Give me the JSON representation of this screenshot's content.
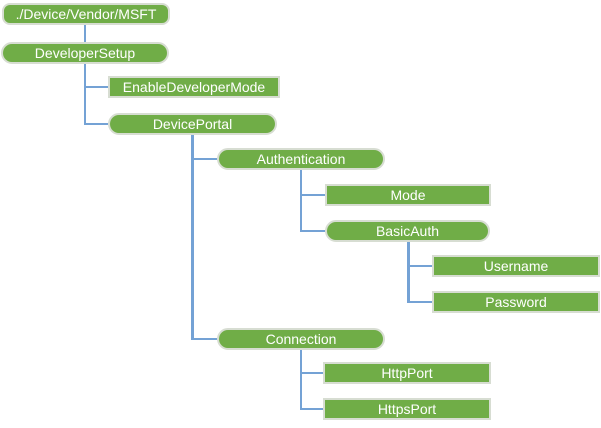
{
  "diagram": {
    "title": "CSP node hierarchy tree",
    "type": "hierarchy-tree",
    "colors": {
      "node_fill": "#70AD47",
      "node_border": "#D7DDD2",
      "node_text": "#FFFFFF",
      "connector": "#74A2D5",
      "background": "#FFFFFF"
    },
    "nodes": {
      "msft": {
        "label": "./Device/Vendor/MSFT",
        "shape": "rounded-rectangle",
        "level": 0
      },
      "developer_setup": {
        "label": "DeveloperSetup",
        "shape": "pill",
        "level": 1
      },
      "enable_developer_mode": {
        "label": "EnableDeveloperMode",
        "shape": "rectangle",
        "level": 2
      },
      "device_portal": {
        "label": "DevicePortal",
        "shape": "pill",
        "level": 2
      },
      "authentication": {
        "label": "Authentication",
        "shape": "pill",
        "level": 3
      },
      "mode": {
        "label": "Mode",
        "shape": "rectangle",
        "level": 4
      },
      "basic_auth": {
        "label": "BasicAuth",
        "shape": "pill",
        "level": 4
      },
      "username": {
        "label": "Username",
        "shape": "rectangle",
        "level": 5
      },
      "password": {
        "label": "Password",
        "shape": "rectangle",
        "level": 5
      },
      "connection": {
        "label": "Connection",
        "shape": "pill",
        "level": 3
      },
      "http_port": {
        "label": "HttpPort",
        "shape": "rectangle",
        "level": 4
      },
      "https_port": {
        "label": "HttpsPort",
        "shape": "rectangle",
        "level": 4
      }
    },
    "edges": [
      {
        "from": "msft",
        "to": "developer_setup"
      },
      {
        "from": "developer_setup",
        "to": "enable_developer_mode"
      },
      {
        "from": "developer_setup",
        "to": "device_portal"
      },
      {
        "from": "device_portal",
        "to": "authentication"
      },
      {
        "from": "authentication",
        "to": "mode"
      },
      {
        "from": "authentication",
        "to": "basic_auth"
      },
      {
        "from": "basic_auth",
        "to": "username"
      },
      {
        "from": "basic_auth",
        "to": "password"
      },
      {
        "from": "device_portal",
        "to": "connection"
      },
      {
        "from": "connection",
        "to": "http_port"
      },
      {
        "from": "connection",
        "to": "https_port"
      }
    ]
  }
}
